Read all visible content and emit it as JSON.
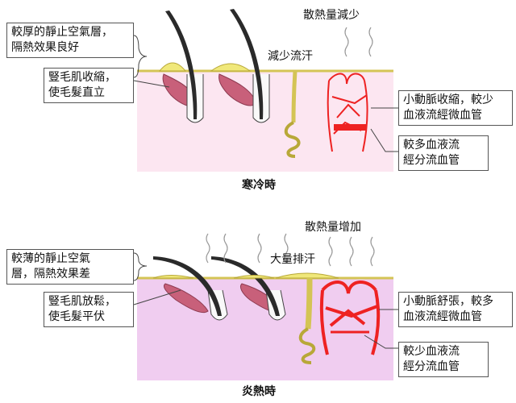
{
  "cold": {
    "caption": "寒冷時",
    "heat_loss": "散熱量減少",
    "sweat": "減少流汗",
    "insulation": "較厚的靜止空氣層，\n隔熱效果良好",
    "hair": "豎毛肌收縮，\n使毛髮直立",
    "arteriole": "小動脈收縮，較少\n血液流經微血管",
    "blood": "較多血液流\n經分流血管"
  },
  "hot": {
    "caption": "炎熱時",
    "heat_loss": "散熱量增加",
    "sweat": "大量排汗",
    "insulation": "較薄的靜止空氣\n層，隔熱效果差",
    "hair": "豎毛肌放鬆，\n使毛髮平伏",
    "arteriole": "小動脈舒張，較多\n血液流經微血管",
    "blood": "較少血液流\n經分流血管"
  }
}
